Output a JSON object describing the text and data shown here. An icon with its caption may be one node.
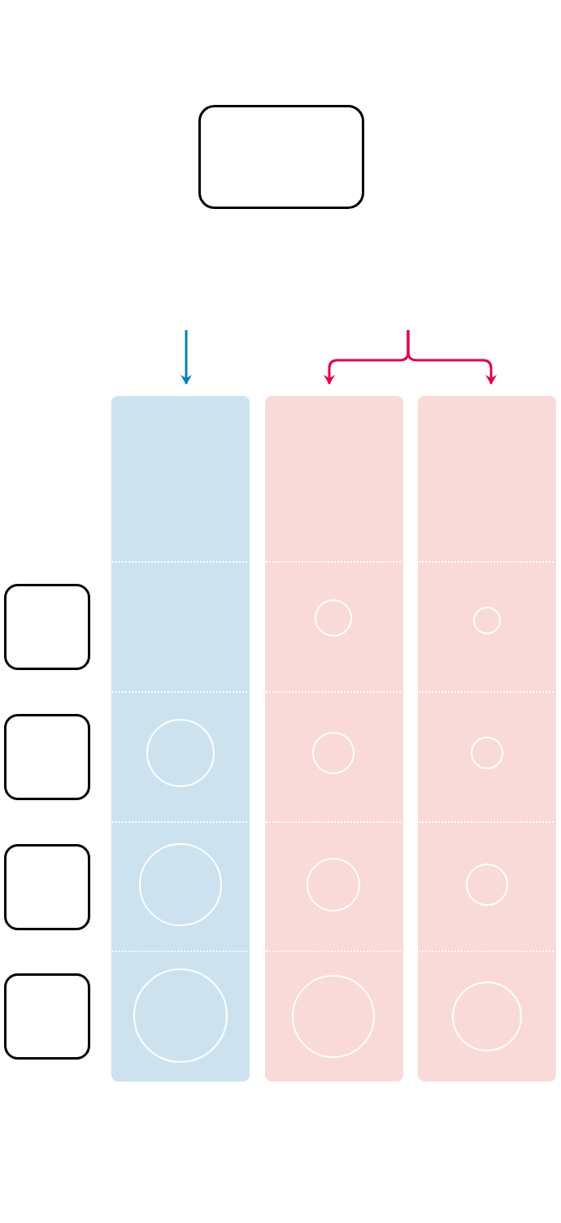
{
  "diagram": {
    "nodes": [
      {
        "text": [],
        "shape": "box"
      },
      {
        "text": [],
        "shape": "box"
      },
      {
        "text": [],
        "shape": "box"
      },
      {
        "text": [],
        "shape": "box"
      },
      {
        "text": [],
        "shape": "box"
      },
      {
        "text": [],
        "shape": "bar"
      },
      {
        "text": [],
        "shape": "circle",
        "in": 5
      },
      {
        "text": [],
        "shape": "circle",
        "in": 5
      },
      {
        "text": [],
        "shape": "circle",
        "in": 5
      },
      {
        "text": [],
        "shape": "bar"
      },
      {
        "text": [],
        "shape": "circle",
        "in": 9
      },
      {
        "text": [],
        "shape": "circle",
        "in": 9
      },
      {
        "text": [],
        "shape": "circle",
        "in": 9
      },
      {
        "text": [],
        "shape": "circle",
        "in": 9
      },
      {
        "text": [],
        "shape": "bar"
      },
      {
        "text": [],
        "shape": "circle",
        "in": 14
      },
      {
        "text": [],
        "shape": "circle",
        "in": 14
      },
      {
        "text": [],
        "shape": "circle",
        "in": 14
      },
      {
        "text": [],
        "shape": "circle",
        "in": 14
      }
    ],
    "edges": [
      {
        "from": null,
        "to": 5,
        "arrow": "to",
        "color": "#0a7db8"
      },
      {
        "from": null,
        "to": 9,
        "arrow": "to"
      },
      {
        "from": null,
        "to": 14,
        "arrow": "to"
      }
    ]
  }
}
